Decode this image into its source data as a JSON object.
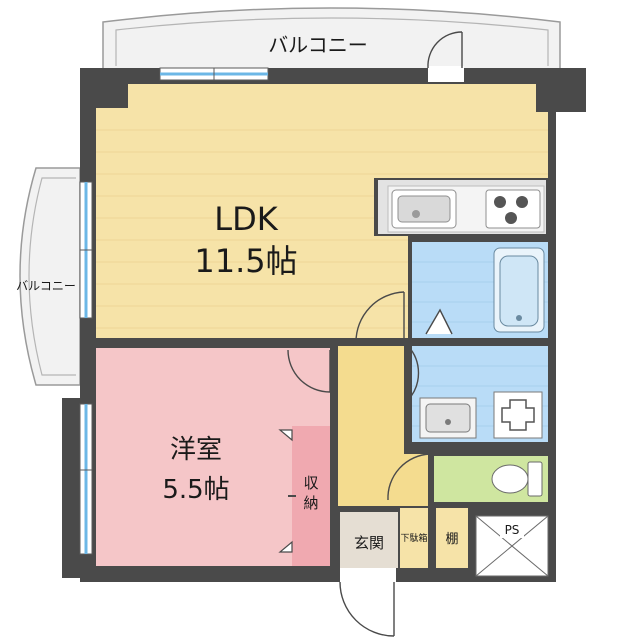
{
  "colors": {
    "wall": "#4a4a4a",
    "ldk_floor": "#f6e3a8",
    "hall_floor": "#f4dc8f",
    "bedroom_floor": "#f5c6c8",
    "closet_floor": "#f0a9b0",
    "bath_floor": "#b9dcf7",
    "toilet_floor": "#cfe6a0",
    "entrance_floor": "#e5ded3",
    "balcony_fill": "#f2f2f2",
    "window": "#6cb7e6",
    "kitchen_counter": "#e3e3e3"
  },
  "rooms": {
    "ldk": {
      "name": "LDK",
      "size": "11.5帖"
    },
    "bedroom": {
      "name": "洋室",
      "size": "5.5帖"
    },
    "closet": {
      "line1": "収",
      "line2": "納"
    },
    "entrance": {
      "name": "玄関"
    },
    "shoe_box": {
      "name": "下駄箱"
    },
    "shelf": {
      "name": "棚"
    },
    "ps": {
      "name": "PS"
    }
  },
  "balconies": {
    "top": "バルコニー",
    "left": "バルコニー"
  },
  "fixtures": [
    "kitchen-sink-icon",
    "stove-icon",
    "bathtub-icon",
    "washbasin-icon",
    "washing-machine-icon",
    "toilet-icon"
  ]
}
